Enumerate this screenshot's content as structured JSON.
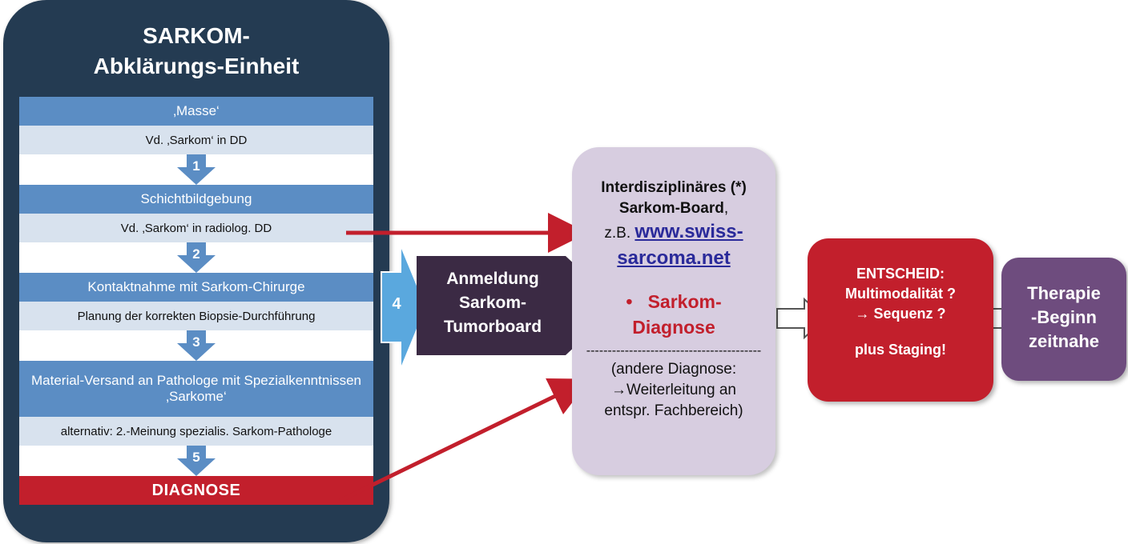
{
  "left_panel": {
    "title_line1": "SARKOM-",
    "title_line2": "Abklärungs-Einheit",
    "rows": [
      {
        "kind": "head",
        "text": "‚Masse‘"
      },
      {
        "kind": "sub",
        "text": "Vd. ‚Sarkom‘ in DD"
      },
      {
        "kind": "gap",
        "step": "1"
      },
      {
        "kind": "head",
        "text": "Schichtbildgebung"
      },
      {
        "kind": "sub",
        "text": "Vd. ‚Sarkom‘ in radiolog. DD"
      },
      {
        "kind": "gap",
        "step": "2"
      },
      {
        "kind": "head",
        "text": "Kontaktnahme mit Sarkom-Chirurge"
      },
      {
        "kind": "sub",
        "text": "Planung der korrekten Biopsie-Durchführung"
      },
      {
        "kind": "gap",
        "step": "3"
      },
      {
        "kind": "head",
        "text": "Material-Versand an Pathologe mit Spezialkenntnissen ‚Sarkome‘"
      },
      {
        "kind": "sub",
        "text": "alternativ: 2.-Meinung spezialis. Sarkom-Pathologe"
      },
      {
        "kind": "gap",
        "step": "5"
      },
      {
        "kind": "diag",
        "text": "DIAGNOSE"
      }
    ]
  },
  "step4": "4",
  "anmeldung": {
    "line1": "Anmeldung",
    "line2": "Sarkom-",
    "line3": "Tumorboard"
  },
  "board": {
    "line1": "Interdisziplinäres (*)",
    "line2": "Sarkom-Board",
    "line2_suffix": ",",
    "line3_prefix": "z.B.",
    "link_line1": "www.swiss-",
    "link_line2": "sarcoma.net",
    "bullet": "•",
    "diag_line1": "Sarkom-",
    "diag_line2": "Diagnose",
    "divider": "-----------------------------------------",
    "alt_line1": "(andere Diagnose:",
    "alt_line2": "→Weiterleitung an",
    "alt_line3": "entspr. Fachbereich)"
  },
  "entscheid": {
    "line1": "ENTSCHEID:",
    "line2": "Multimodalität ?",
    "line3": "→ Sequenz ?",
    "line4": "plus Staging!"
  },
  "therapie": {
    "line1": "Therapie",
    "line2": "-Beginn",
    "line3": "zeitnahe"
  },
  "colors": {
    "panel": "#243b52",
    "step_head": "#5b8dc4",
    "step_sub": "#d8e2ee",
    "red": "#c21f2c",
    "board": "#d7cde0",
    "anmeldung": "#3b2a44",
    "therapie": "#6e4c7e"
  }
}
